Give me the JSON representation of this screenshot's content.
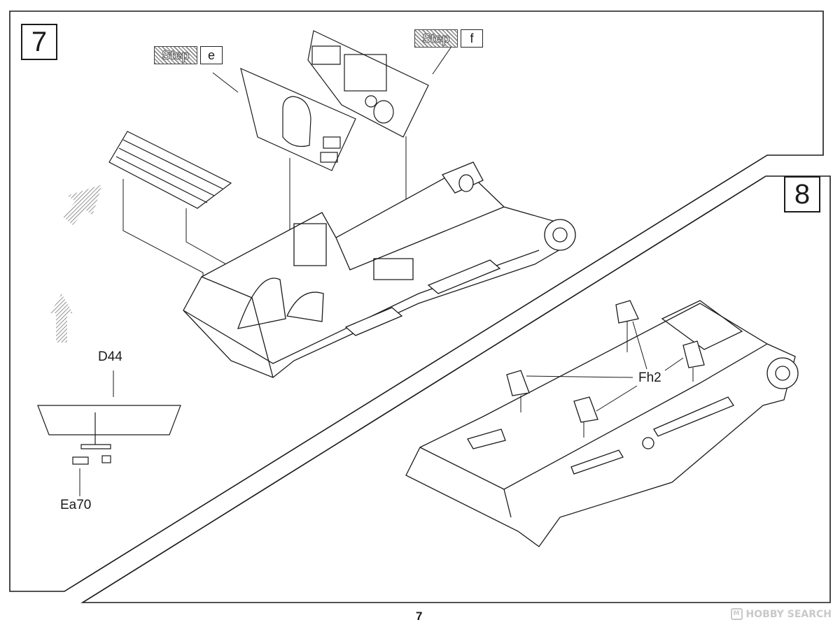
{
  "steps": [
    {
      "number": "7"
    },
    {
      "number": "8"
    }
  ],
  "step_refs": [
    {
      "word": "Step",
      "ref": "e"
    },
    {
      "word": "Step",
      "ref": "f"
    }
  ],
  "parts": {
    "d44": "D44",
    "ea70": "Ea70",
    "fh2": "Fh2"
  },
  "page_number": "7",
  "watermark": {
    "mark": "M",
    "text": "HOBBY SEARCH"
  },
  "colors": {
    "line": "#1a1a1a",
    "paper": "#ffffff",
    "arrow": "#777777"
  }
}
